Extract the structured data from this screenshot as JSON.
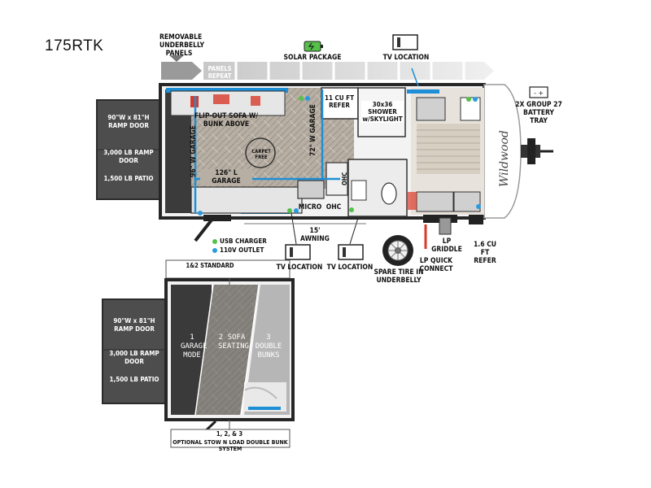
{
  "model": "175RTK",
  "top_labels": {
    "removable_panels": "REMOVABLE UNDERBELLY PANELS",
    "panels_repeat": "PANELS REPEAT",
    "solar": "SOLAR PACKAGE",
    "tv_top": "TV LOCATION"
  },
  "right_labels": {
    "battery": "2X GROUP 27 BATTERY TRAY",
    "refer_small": "1.6 CU FT REFER",
    "lp_griddle": "LP GRIDDLE",
    "lp_quick": "LP QUICK CONNECT",
    "spare_tire": "SPARE TIRE IN UNDERBELLY"
  },
  "ramp": {
    "door": "90\"W x 81\"H RAMP DOOR",
    "weight": "3,000 LB RAMP DOOR",
    "patio": "1,500 LB PATIO"
  },
  "interior": {
    "flip_sofa": "FLIP-OUT SOFA W/ BUNK ABOVE",
    "refer": "11 CU FT REFER",
    "shower": "30x36 SHOWER w/SKYLIGHT",
    "garage_l": "126\" L GARAGE",
    "garage_w96": "96\" W GARAGE",
    "garage_w72": "72\" W GARAGE",
    "micro": "MICRO",
    "ohc": "OHC",
    "ohc2": "OHC",
    "carpet": "CARPET FREE",
    "brand": "Wildwood",
    "awning": "15' AWNING"
  },
  "legend": {
    "usb": "USB CHARGER",
    "outlet": "110V OUTLET"
  },
  "bottom_labels": {
    "tv_1": "TV LOCATION",
    "tv_2": "TV LOCATION"
  },
  "inset": {
    "header": "1&2 STANDARD",
    "mode1": "1 GARAGE MODE",
    "mode2": "2 SOFA SEATING",
    "mode3": "3 DOUBLE BUNKS",
    "footer_num": "1, 2, & 3",
    "footer": "OPTIONAL STOW N LOAD DOUBLE BUNK SYSTEM"
  },
  "colors": {
    "floor": "#b7aea3",
    "wall": "#262626",
    "ramp": "#4d4d4d",
    "accent_blue": "#1e8fd6",
    "usb_green": "#55c04a",
    "outlet_blue": "#2a9be0",
    "red": "#d83a2a"
  }
}
